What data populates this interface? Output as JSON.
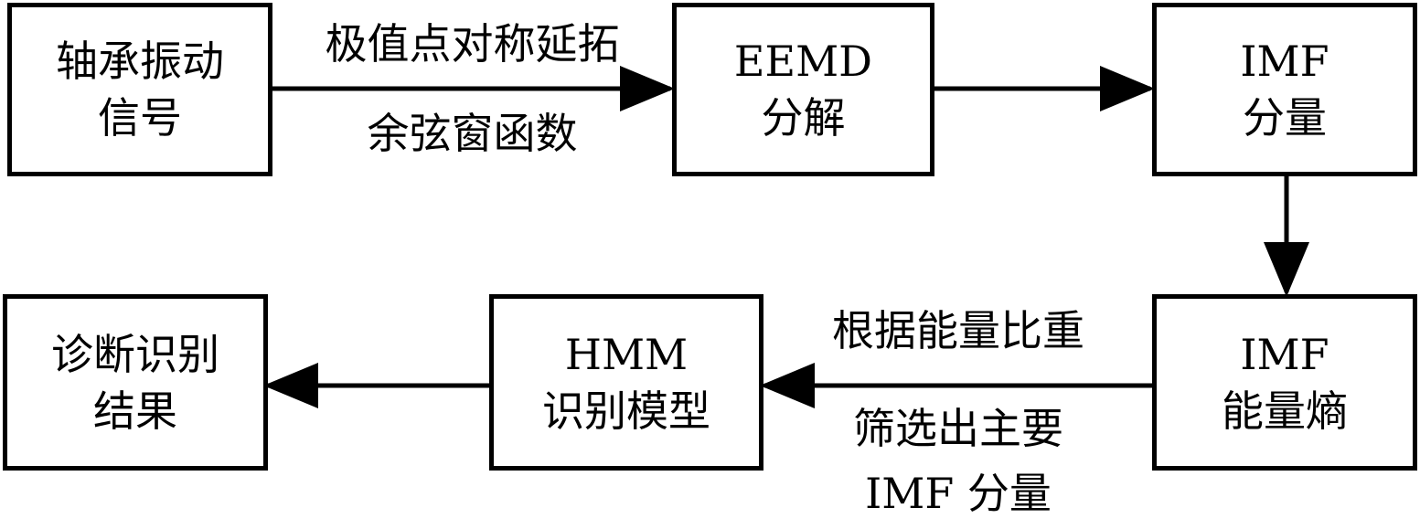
{
  "nodes": {
    "signal": {
      "line1": "轴承振动",
      "line2": "信号"
    },
    "eemd": {
      "line1": "EEMD",
      "line2": "分解"
    },
    "imf": {
      "line1": "IMF",
      "line2": "分量"
    },
    "entropy": {
      "line1": "IMF",
      "line2": "能量熵"
    },
    "hmm": {
      "line1": "HMM",
      "line2": "识别模型"
    },
    "result": {
      "line1": "诊断识别",
      "line2": "结果"
    }
  },
  "edges": {
    "signal_to_eemd": {
      "top": "极值点对称延拓",
      "bottom": "余弦窗函数"
    },
    "entropy_to_hmm": {
      "top": "根据能量比重",
      "bottom1": "筛选出主要",
      "bottom2": "IMF 分量"
    }
  }
}
